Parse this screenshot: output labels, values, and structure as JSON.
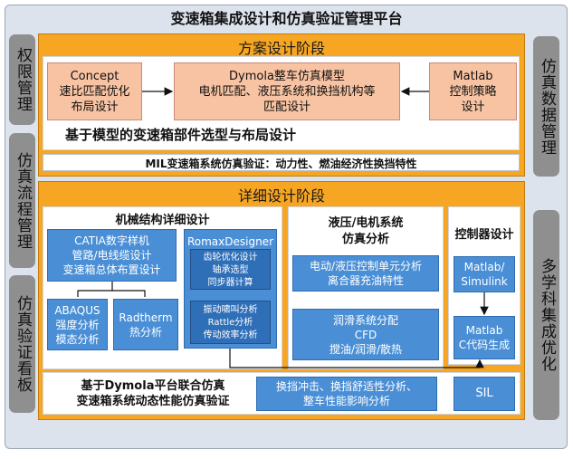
{
  "title": "变速箱集成设计和仿真验证管理平台",
  "left_panels": [
    "权限管理",
    "仿真流程管理",
    "仿真验证看板"
  ],
  "right_panels": [
    "仿真数据管理",
    "多学科集成优化"
  ],
  "scheme": {
    "title": "方案设计阶段",
    "concept": [
      "Concept",
      "速比匹配优化",
      "布局设计"
    ],
    "dymola": [
      "Dymola整车仿真模型",
      "电机匹配、液压系统和换挡机构等",
      "匹配设计"
    ],
    "matlab": [
      "Matlab",
      "控制策略",
      "设计"
    ],
    "summary": "基于模型的变速箱部件选型与布局设计",
    "mil": "MIL变速箱系统仿真验证：动力性、燃油经济性换挡特性"
  },
  "detail": {
    "title": "详细设计阶段",
    "mech": {
      "title": "机械结构详细设计",
      "catia": [
        "CATIA数字样机",
        "管路/电线缆设计",
        "变速箱总体布置设计"
      ],
      "romax_title": "RomaxDesigner",
      "romax_a": [
        "齿轮优化设计",
        "轴承选型",
        "同步器计算"
      ],
      "romax_b": [
        "振动啸叫分析",
        "Rattle分析",
        "传动效率分析"
      ],
      "abaqus": [
        "ABAQUS",
        "强度分析",
        "模态分析"
      ],
      "radtherm": [
        "Radtherm",
        "热分析"
      ]
    },
    "hydraulic": {
      "title": [
        "液压/电机系统",
        "仿真分析"
      ],
      "box1": [
        "电动/液压控制单元分析",
        "离合器充油特性"
      ],
      "box2": [
        "润滑系统分配",
        "CFD",
        "搅油/润滑/散热"
      ]
    },
    "controller": {
      "title": "控制器设计",
      "box1": [
        "Matlab/",
        "Simulink"
      ],
      "box2": [
        "Matlab",
        "C代码生成"
      ]
    },
    "bottom": {
      "text": [
        "基于Dymola平台联合仿真",
        "变速箱系统动态性能仿真验证"
      ],
      "analysis": [
        "换挡冲击、换挡舒适性分析、",
        "整车性能影响分析"
      ],
      "sil": "SIL"
    }
  }
}
